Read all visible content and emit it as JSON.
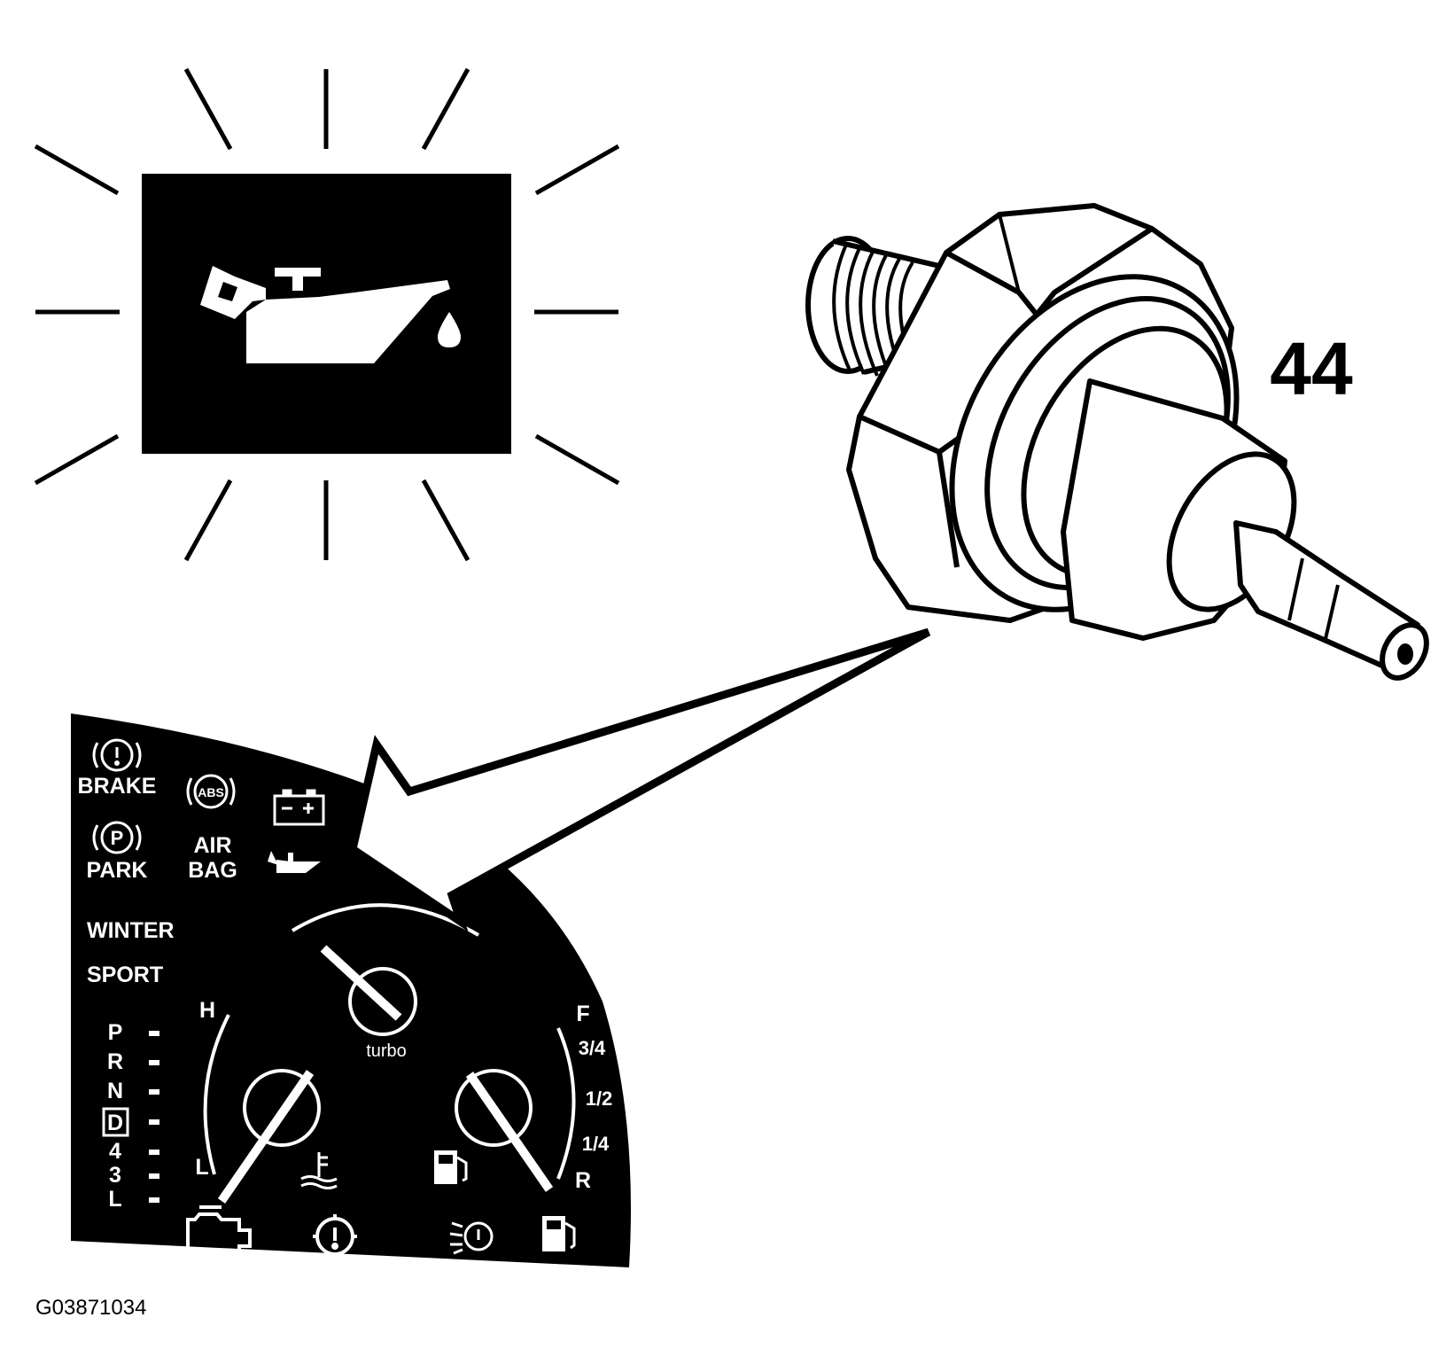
{
  "part_number": "44",
  "figure_id": "G03871034",
  "warning_light": {
    "icon": "oil-can-icon"
  },
  "cluster": {
    "left_labels": [
      "BRAKE",
      "PARK"
    ],
    "center_labels": [
      "AIR",
      "BAG"
    ],
    "abs_label": "ABS",
    "modes": [
      "WINTER",
      "SPORT"
    ],
    "gear_positions": [
      "P",
      "R",
      "N",
      "D",
      "4",
      "3",
      "L"
    ],
    "temp_gauge": {
      "high": "H",
      "low": "L"
    },
    "turbo_label": "turbo",
    "fuel_gauge": {
      "full": "F",
      "three_quarter": "3/4",
      "half": "1/2",
      "quarter": "1/4",
      "reserve": "R"
    }
  },
  "colors": {
    "ink": "#000000",
    "paper": "#ffffff"
  }
}
